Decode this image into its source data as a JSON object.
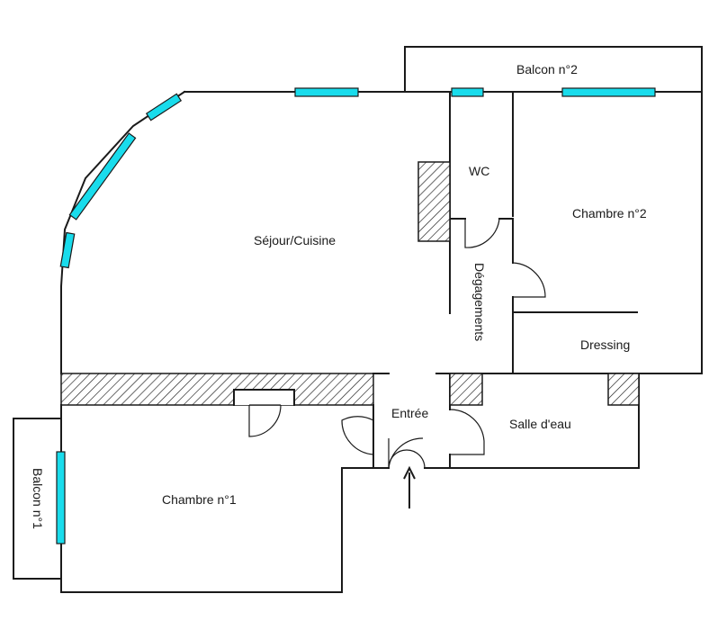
{
  "rooms": {
    "balcon2": "Balcon n°2",
    "wc": "WC",
    "chambre2": "Chambre n°2",
    "sejour": "Séjour/Cuisine",
    "degagements": "Dégagements",
    "dressing": "Dressing",
    "entree": "Entrée",
    "salle_eau": "Salle d'eau",
    "chambre1": "Chambre n°1",
    "balcon1": "Balcon n°1"
  },
  "colors": {
    "window": "#19dcec",
    "wall": "#1a1a1a",
    "background": "#ffffff"
  }
}
